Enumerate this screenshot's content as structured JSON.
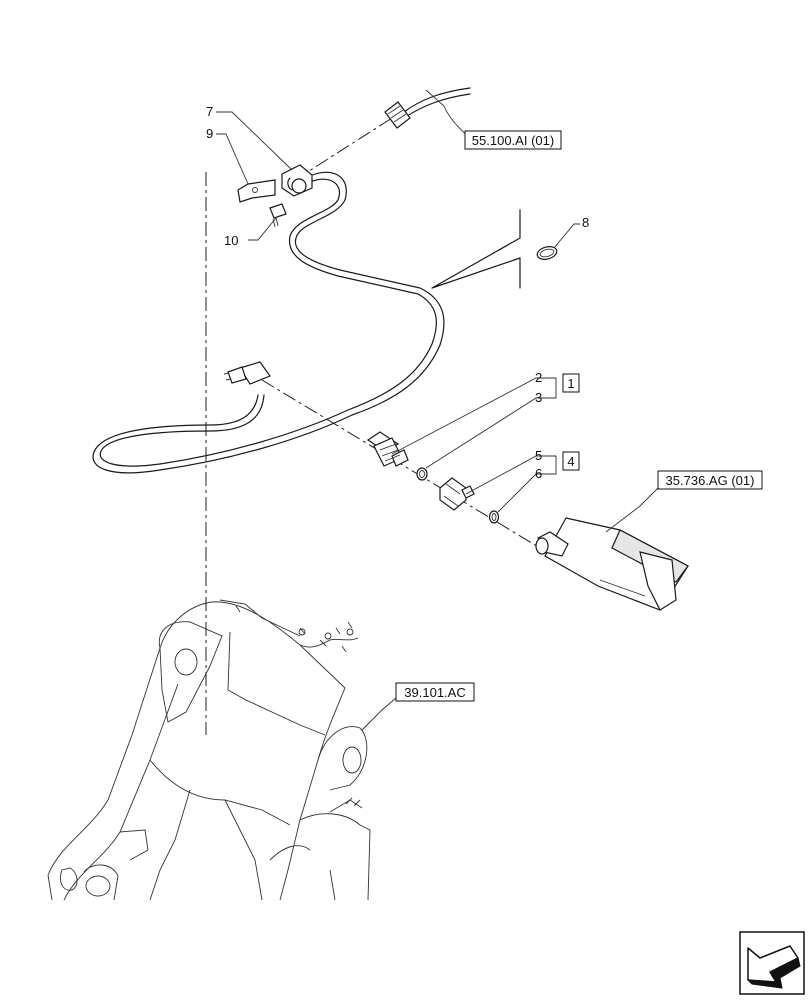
{
  "callouts": {
    "n7": "7",
    "n9": "9",
    "n10": "10",
    "n8": "8",
    "n2": "2",
    "n3": "3",
    "n5": "5",
    "n6": "6",
    "kit1": "1",
    "kit4": "4"
  },
  "references": {
    "harness_ref": "55.100.AI (01)",
    "valve_ref": "35.736.AG (01)",
    "frame_ref": "39.101.AC"
  },
  "nav": {
    "icon": "next-page-arrow-icon"
  }
}
